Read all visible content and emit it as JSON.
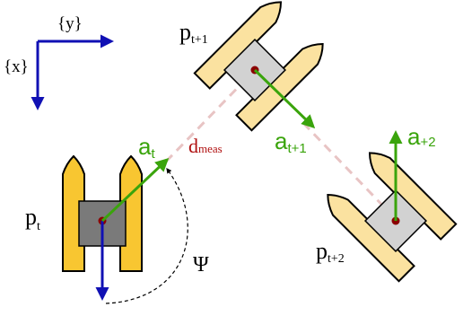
{
  "frame": {
    "x_label": "{x}",
    "y_label": "{y}"
  },
  "boats": [
    {
      "id": "pt",
      "label_main": "p",
      "label_sub": "t"
    },
    {
      "id": "pt1",
      "label_main": "p",
      "label_sub": "t+1"
    },
    {
      "id": "pt2",
      "label_main": "p",
      "label_sub": "t+2"
    }
  ],
  "actions": [
    {
      "label_main": "a",
      "label_sub": "t"
    },
    {
      "label_main": "a",
      "label_sub": "t+1"
    },
    {
      "label_main": "a",
      "label_sub": "+2"
    }
  ],
  "measurement": {
    "label_main": "d",
    "label_sub": "meas"
  },
  "angle": {
    "label": "Ψ"
  },
  "colors": {
    "axis_blue": "#1010b4",
    "action_green": "#3aa40c",
    "measure_red": "#b01010",
    "dashed_pink": "#e8c4c4",
    "hull_bright": "#f8c631",
    "hull_pale": "#fbe2a0",
    "center_dark": "#7a7a7a",
    "center_light": "#d2d2d2",
    "marker": "#8b0000"
  }
}
